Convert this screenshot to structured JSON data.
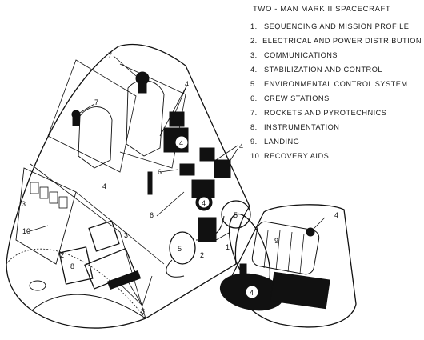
{
  "legend": {
    "title": "TWO - MAN MARK II SPACECRAFT",
    "items": [
      {
        "num": "1.",
        "label": "SEQUENCING AND MISSION PROFILE"
      },
      {
        "num": "2.",
        "label": "ELECTRICAL AND POWER DISTRIBUTION"
      },
      {
        "num": "3.",
        "label": "COMMUNICATIONS"
      },
      {
        "num": "4.",
        "label": "STABILIZATION AND CONTROL"
      },
      {
        "num": "5.",
        "label": "ENVIRONMENTAL CONTROL SYSTEM"
      },
      {
        "num": "6.",
        "label": "CREW STATIONS"
      },
      {
        "num": "7.",
        "label": "ROCKETS AND PYROTECHNICS"
      },
      {
        "num": "8.",
        "label": "INSTRUMENTATION"
      },
      {
        "num": "9.",
        "label": "LANDING"
      },
      {
        "num": "10.",
        "label": "RECOVERY AIDS"
      }
    ]
  },
  "callouts": {
    "c1": "1",
    "c2a": "2",
    "c2b": "2",
    "c3a": "3",
    "c3b": "3",
    "c4a": "4",
    "c4b": "4",
    "c4c": "4",
    "c4d": "4",
    "c4e": "4",
    "c4f": "4",
    "c4g": "4",
    "c5a": "5",
    "c5b": "5",
    "c6a": "6",
    "c6b": "6",
    "c7a": "7",
    "c7b": "7",
    "c8a": "8",
    "c8b": "8",
    "c9": "9",
    "c10": "10"
  }
}
